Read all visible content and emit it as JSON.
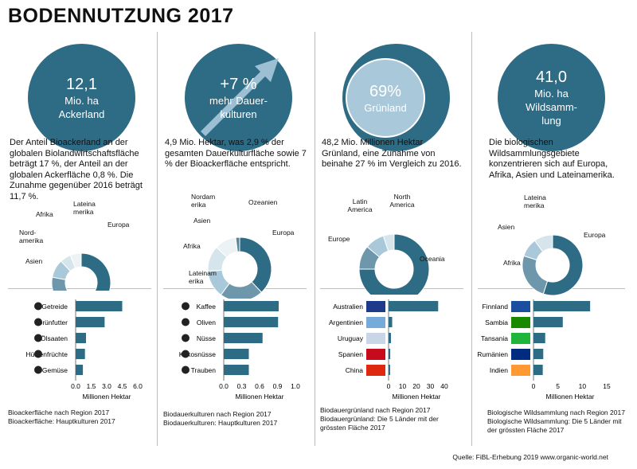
{
  "title": "BODENNUTZUNG 2017",
  "source": "Quelle: FiBL-Erhebung 2019 www.organic-world.net",
  "colors": {
    "primary": "#2e6b85",
    "mid": "#6e97ab",
    "light": "#a9c9db",
    "pale": "#d6e4ec",
    "veryPale": "#edf2f5"
  },
  "panels": [
    {
      "bubble": {
        "big": "12,1",
        "line2": "Mio. ha",
        "line3": "Ackerland"
      },
      "description": "Der Anteil Bioackerland an der globalen Biolandwirtschaftsfläche beträgt 17 %, der Anteil an der globalen Ackerfläche 0,8 %. Die Zunahme gegenüber 2016 beträgt 11,7 %.",
      "caption": [
        "Bioackerfläche nach Region 2017",
        "Bioackerfläche: Hauptkulturen 2017"
      ]
    },
    {
      "bubble": {
        "big": "+7 %",
        "line2": "mehr Dauer-",
        "line3": "kulturen"
      },
      "description": "4,9 Mio. Hektar, was 2,9 % der gesamten Dauerkulturfläche sowie 7 % der Bioackerfläche entspricht.",
      "caption": [
        "Biodauerkulturen nach Region 2017",
        "Biodauerkulturen: Hauptkulturen 2017"
      ]
    },
    {
      "bubble": {
        "big": "69%",
        "line2": "Grünland",
        "line3": ""
      },
      "description": "48,2 Mio. Millionen Hektar Grünland, eine Zunahme von beinahe 27 % im Vergleich zu 2016.",
      "caption": [
        "Biodauergrünland nach Region 2017",
        "Biodauergrünland: Die 5 Länder mit der grössten Fläche 2017"
      ]
    },
    {
      "bubble": {
        "big": "41,0",
        "line2": "Mio. ha",
        "line3": "Wildsamm-",
        "line4": "lung"
      },
      "description": "Die biologischen Wildsammlungsgebiete konzentrieren sich auf Europa, Afrika, Asien und Lateinamerika.",
      "caption": [
        "Biologische Wildsammlung nach Region 2017",
        "Biologische Wildsammlung: Die 5 Länder mit der grössten Fläche 2017"
      ]
    }
  ],
  "chart_data": [
    {
      "type": "pie",
      "categories": [
        "Europa",
        "Asien",
        "Nord-amerika",
        "Afrika",
        "Lateina merika"
      ],
      "values": [
        56,
        22,
        10,
        6,
        6
      ]
    },
    {
      "type": "bar",
      "categories": [
        "Getreide",
        "Grünfutter",
        "Ölsaaten",
        "Hülsenfrüchte",
        "Gemüse"
      ],
      "values": [
        4.5,
        2.8,
        1.0,
        0.9,
        0.7
      ],
      "xlabel": "Millionen Hektar",
      "xticks": [
        "0.0",
        "1.5",
        "3.0",
        "4.5",
        "6.0"
      ],
      "xlim": [
        0,
        6
      ]
    },
    {
      "type": "pie",
      "categories": [
        "Europa",
        "Lateinam erika",
        "Afrika",
        "Asien",
        "Nordam erika",
        "Ozeanien"
      ],
      "values": [
        38,
        22,
        14,
        13,
        11,
        2
      ]
    },
    {
      "type": "bar",
      "categories": [
        "Kaffee",
        "Oliven",
        "Nüsse",
        "Kokosnüsse",
        "Trauben"
      ],
      "values": [
        0.92,
        0.91,
        0.65,
        0.42,
        0.42
      ],
      "xlabel": "Millionen Hektar",
      "xticks": [
        "0.0",
        "0.3",
        "0.6",
        "0.9",
        "1.0"
      ],
      "xlim": [
        0,
        1.2
      ]
    },
    {
      "type": "pie",
      "categories": [
        "Oceania",
        "Europe",
        "Latin America",
        "North America"
      ],
      "values": [
        75,
        11,
        9,
        5
      ]
    },
    {
      "type": "bar",
      "categories": [
        "Australien",
        "Argentinien",
        "Uruguay",
        "Spanien",
        "China"
      ],
      "values": [
        35.6,
        2.6,
        1.7,
        1.2,
        1.1
      ],
      "xlabel": "Millionen Hektar",
      "xticks": [
        "0",
        "10",
        "20",
        "30",
        "40"
      ],
      "xlim": [
        0,
        40
      ]
    },
    {
      "type": "pie",
      "categories": [
        "Europa",
        "Afrika",
        "Asien",
        "Lateina merika"
      ],
      "values": [
        55,
        25,
        10,
        10
      ]
    },
    {
      "type": "bar",
      "categories": [
        "Finnland",
        "Sambia",
        "Tansania",
        "Rumänien",
        "Indien"
      ],
      "values": [
        11.6,
        6.0,
        2.4,
        2.0,
        1.9
      ],
      "xlabel": "Millionen Hektar",
      "xticks": [
        "0",
        "5",
        "10",
        "15"
      ],
      "xlim": [
        0,
        15
      ]
    }
  ]
}
